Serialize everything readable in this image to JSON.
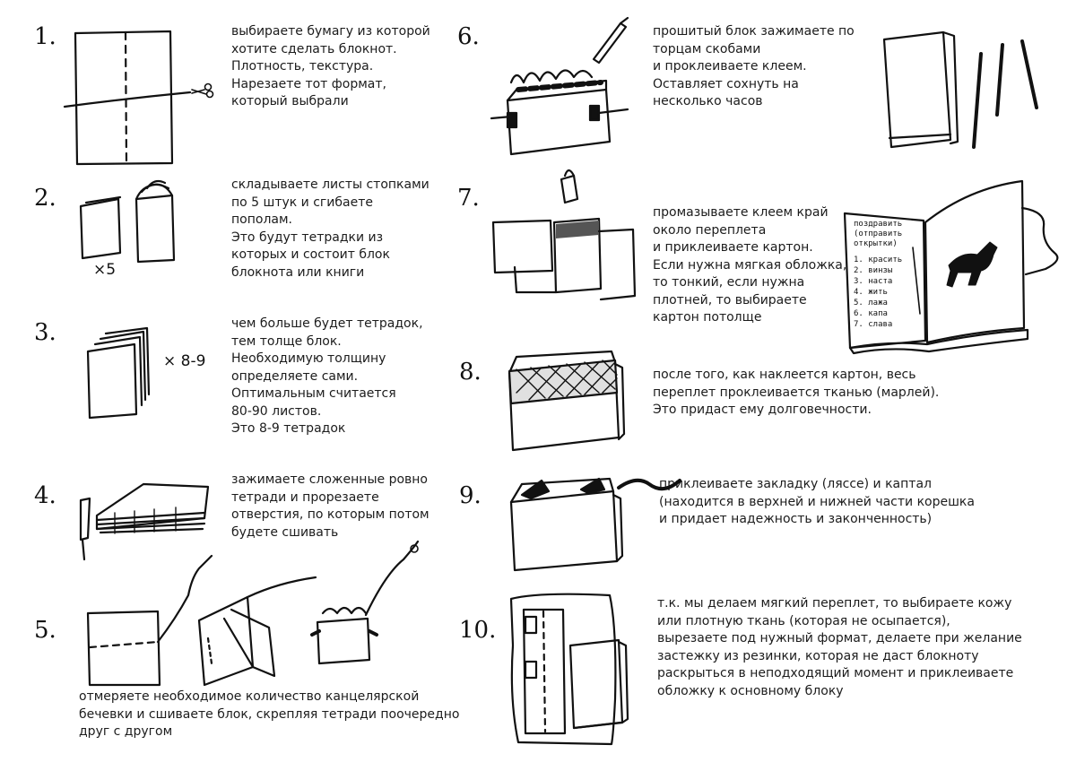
{
  "steps": [
    {
      "number": "1.",
      "lines": [
        "выбираете бумагу из которой",
        "хотите сделать блокнот.",
        "Плотность, текстура.",
        "Нарезаете тот формат,",
        "который выбрали"
      ]
    },
    {
      "number": "2.",
      "lines": [
        "складываете листы стопками",
        "по 5 штук и сгибаете",
        "пополам.",
        "Это будут тетрадки из",
        "которых и состоит блок",
        "блокнота или книги"
      ]
    },
    {
      "number": "3.",
      "lines": [
        "чем больше будет тетрадок,",
        "тем толще блок.",
        "Необходимую толщину",
        "определяете сами.",
        "Оптимальным считается",
        "80-90 листов.",
        "Это 8-9 тетрадок"
      ]
    },
    {
      "number": "4.",
      "lines": [
        "зажимаете сложенные ровно",
        "тетради и прорезаете",
        "отверстия, по которым потом",
        "будете сшивать"
      ]
    },
    {
      "number": "5.",
      "lines": [
        "отмеряете необходимое количество канцелярской",
        "бечевки и сшиваете блок, скрепляя тетради поочередно",
        "друг с другом"
      ]
    },
    {
      "number": "6.",
      "lines": [
        "прошитый блок зажимаете по",
        "торцам скобами",
        "и проклеиваете клеем.",
        "Оставляет сохнуть на",
        "несколько часов"
      ]
    },
    {
      "number": "7.",
      "lines": [
        "промазываете клеем край",
        "около переплета",
        "и приклеиваете картон.",
        "Если нужна мягкая обложка,",
        "то тонкий, если нужна",
        "плотней, то выбираете",
        "картон потолще"
      ]
    },
    {
      "number": "8.",
      "lines": [
        "после того, как наклеется картон, весь",
        "переплет проклеивается тканью (марлей).",
        "Это придаст ему долговечности."
      ]
    },
    {
      "number": "9.",
      "lines": [
        "приклеиваете закладку (ляссе) и каптал",
        "(находится в верхней и нижней части корешка",
        "и придает надежность и законченность)"
      ]
    },
    {
      "number": "10.",
      "lines": [
        "т.к. мы делаем мягкий переплет, то выбираете кожу",
        "или плотную ткань (которая не осыпается),",
        "вырезаете под нужный формат, делаете при желание",
        "застежку из резинки, которая не даст блокноту",
        "раскрыться в неподходящий момент и приклеиваете",
        "обложку к основному блоку"
      ]
    }
  ],
  "sketch_labels": {
    "times_five": "×5",
    "times_eight_nine": "× 8-9",
    "book_page_title": [
      "поздравить",
      "(отправить",
      "открытки)"
    ],
    "book_page_list": [
      "1. красить",
      "2. винзы",
      "3. наста",
      "4. жить",
      "5. лажа",
      "6. капа",
      "7. слава"
    ]
  },
  "colors": {
    "ink": "#111111",
    "paper": "#ffffff"
  }
}
